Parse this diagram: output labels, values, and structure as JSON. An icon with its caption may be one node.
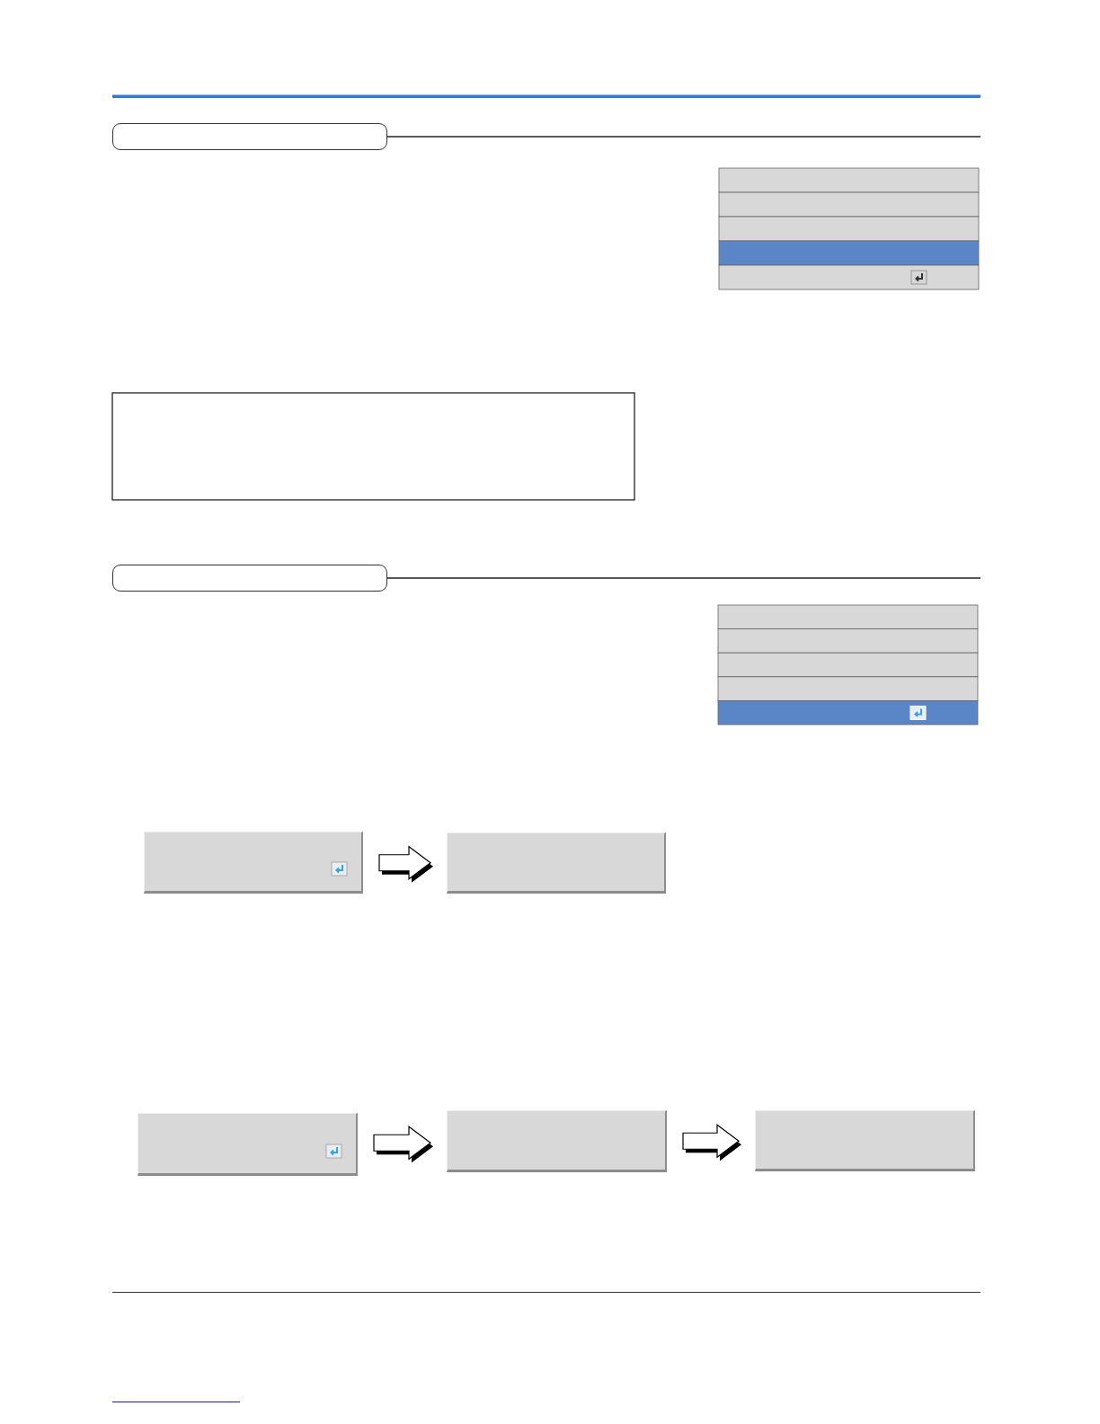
{
  "diagram": {
    "nodes": [
      {
        "text": [],
        "shape": "box"
      },
      {
        "text": [],
        "shape": "box"
      },
      {
        "text": [],
        "shape": "box"
      },
      {
        "text": [],
        "shape": "box"
      },
      {
        "text": [],
        "shape": "box"
      },
      {
        "text": [],
        "shape": "box"
      },
      {
        "text": [],
        "shape": "box"
      }
    ],
    "edges": [
      {
        "from": 2,
        "to": 3,
        "arrow": "to"
      },
      {
        "from": 4,
        "to": 5,
        "arrow": "to"
      },
      {
        "from": 5,
        "to": 6,
        "arrow": "to"
      }
    ]
  }
}
